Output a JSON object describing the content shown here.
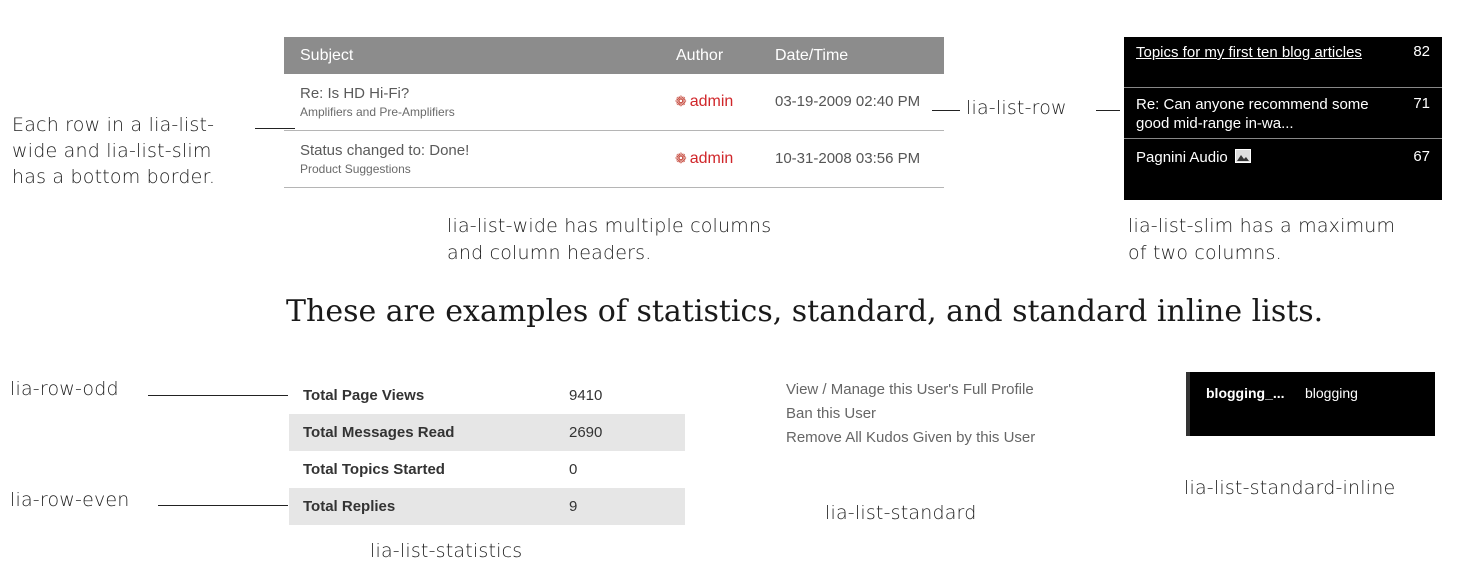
{
  "annotations": {
    "border_note": [
      "Each row in a lia-list-",
      "wide and lia-list-slim",
      "has a bottom border."
    ],
    "list_row": "lia-list-row",
    "wide_note": [
      "lia-list-wide has multiple columns",
      "and column headers."
    ],
    "slim_note": [
      "lia-list-slim has a maximum",
      "of two columns."
    ],
    "headline": "These are examples of statistics, standard, and standard inline lists.",
    "row_odd": "lia-row-odd",
    "row_even": "lia-row-even",
    "statistics_label": "lia-list-statistics",
    "standard_label": "lia-list-standard",
    "inline_label": "lia-list-standard-inline"
  },
  "wide_list": {
    "headers": {
      "subject": "Subject",
      "author": "Author",
      "datetime": "Date/Time"
    },
    "rows": [
      {
        "subject": "Re: Is HD Hi-Fi?",
        "board": "Amplifiers and Pre-Amplifiers",
        "author": "admin",
        "date": "03-19-2009 02:40 PM"
      },
      {
        "subject": "Status changed to: Done!",
        "board": "Product Suggestions",
        "author": "admin",
        "date": "10-31-2008 03:56 PM"
      }
    ]
  },
  "slim_list": {
    "rows": [
      {
        "title": "Topics for my first ten blog articles",
        "count": "82"
      },
      {
        "title": "Re: Can anyone recommend some good mid-range in-wa...",
        "count": "71"
      },
      {
        "title": "Pagnini Audio",
        "count": "67"
      }
    ]
  },
  "statistics": [
    {
      "label": "Total Page Views",
      "value": "9410"
    },
    {
      "label": "Total Messages Read",
      "value": "2690"
    },
    {
      "label": "Total Topics Started",
      "value": "0"
    },
    {
      "label": "Total Replies",
      "value": "9"
    }
  ],
  "standard_list": [
    "View / Manage this User's Full Profile",
    "Ban this User",
    "Remove All Kudos Given by this User"
  ],
  "inline_list": [
    "blogging_...",
    "blogging"
  ],
  "icons": {
    "author_icon": "flower-icon",
    "image_icon": "image-icon"
  },
  "colors": {
    "header_bg": "#8c8c8c",
    "author": "#d0262a",
    "slim_bg": "#000000",
    "even_row": "#e6e6e6"
  }
}
